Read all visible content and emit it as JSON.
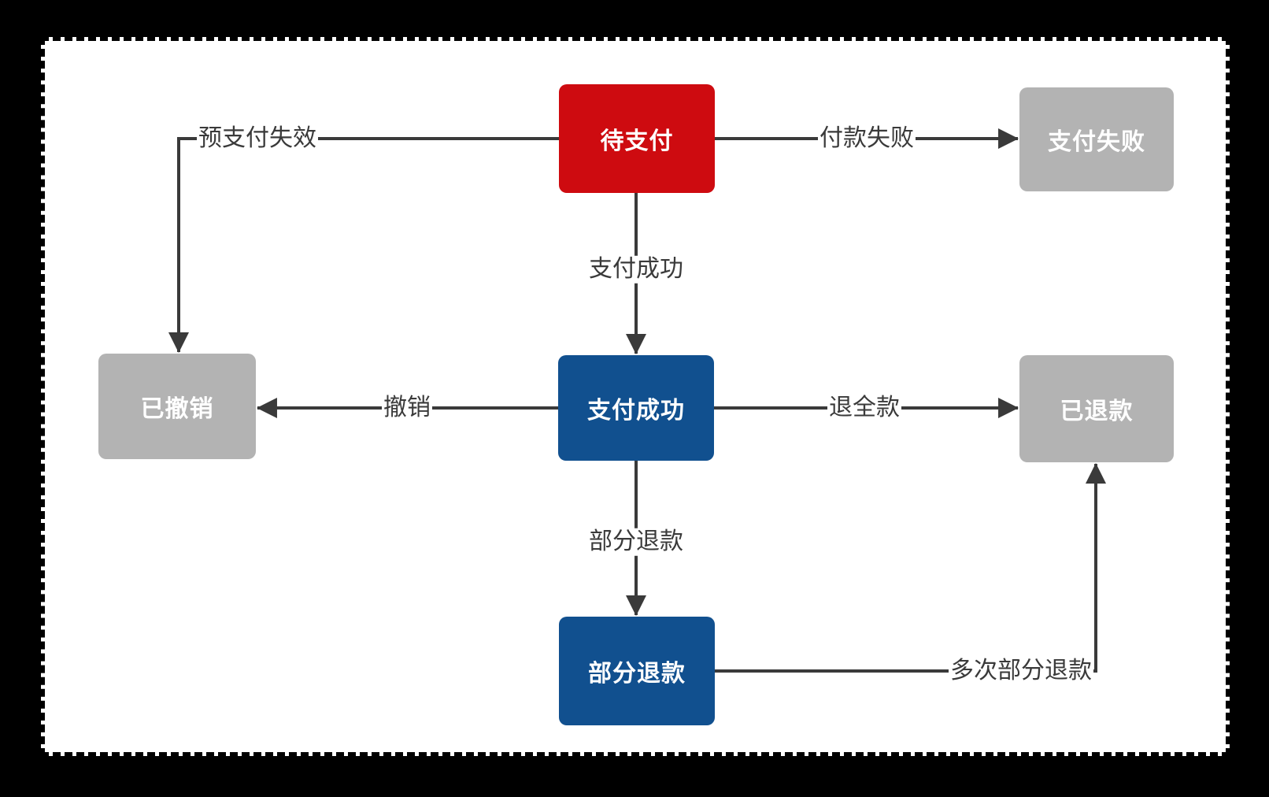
{
  "diagram": {
    "title": "payment-state-flowchart",
    "nodes": [
      {
        "id": "pending-payment",
        "label": "待支付",
        "color": "red"
      },
      {
        "id": "payment-failed",
        "label": "支付失败",
        "color": "gray"
      },
      {
        "id": "cancelled",
        "label": "已撤销",
        "color": "gray"
      },
      {
        "id": "payment-success",
        "label": "支付成功",
        "color": "blue"
      },
      {
        "id": "refunded",
        "label": "已退款",
        "color": "gray"
      },
      {
        "id": "partial-refund",
        "label": "部分退款",
        "color": "blue"
      }
    ],
    "edges": [
      {
        "from": "待支付",
        "to": "已撤销",
        "label": "预支付失效"
      },
      {
        "from": "待支付",
        "to": "支付失败",
        "label": "付款失败"
      },
      {
        "from": "待支付",
        "to": "支付成功",
        "label": "支付成功"
      },
      {
        "from": "支付成功",
        "to": "已撤销",
        "label": "撤销"
      },
      {
        "from": "支付成功",
        "to": "已退款",
        "label": "退全款"
      },
      {
        "from": "支付成功",
        "to": "部分退款",
        "label": "部分退款"
      },
      {
        "from": "部分退款",
        "to": "已退款",
        "label": "多次部分退款"
      }
    ],
    "colors": {
      "node_red": "#CE0B10",
      "node_blue": "#11508F",
      "node_gray": "#B3B3B3",
      "node_text": "#FFFFFF",
      "edge_line": "#3A3A3A",
      "edge_label_text": "#3A3A3A",
      "canvas_background": "#FFFFFF",
      "page_background": "#000000"
    }
  }
}
